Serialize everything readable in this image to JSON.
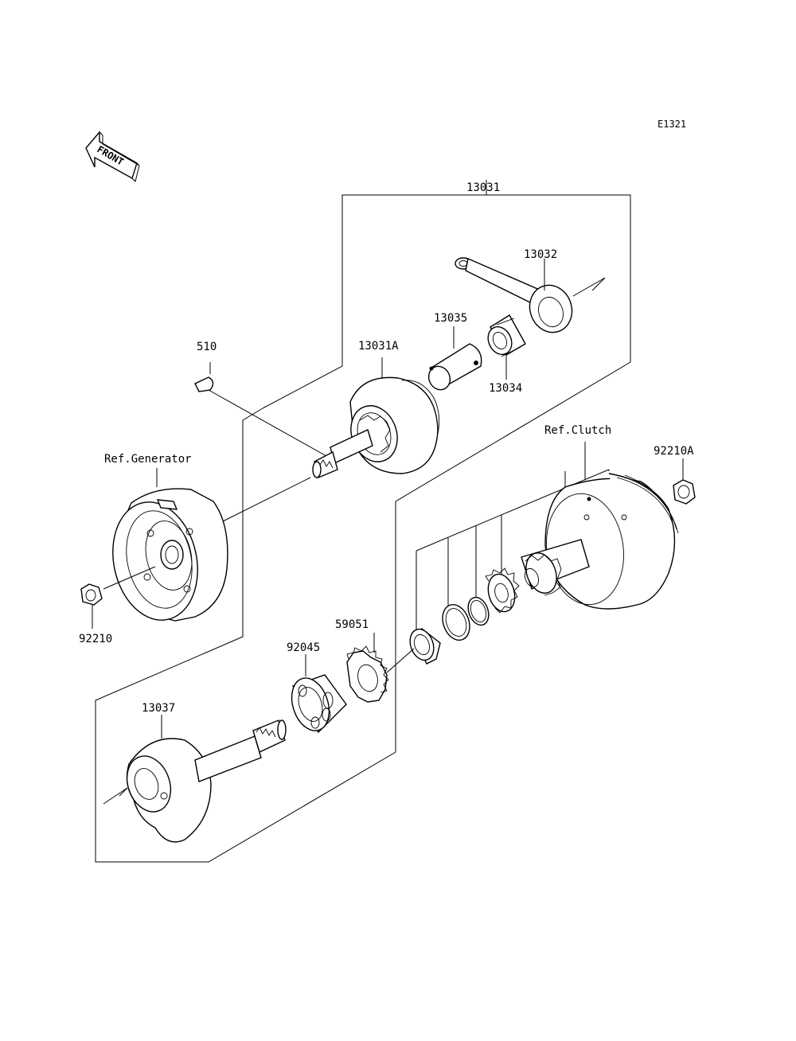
{
  "diagram_code": "E1321",
  "front_arrow_label": "FRONT",
  "parts": {
    "p13031": "13031",
    "p13032": "13032",
    "p13035": "13035",
    "p13034": "13034",
    "p13031A": "13031A",
    "p510": "510",
    "ref_generator": "Ref.Generator",
    "ref_clutch": "Ref.Clutch",
    "p92210A": "92210A",
    "p92210": "92210",
    "p59051": "59051",
    "p92045": "92045",
    "p13037": "13037"
  }
}
